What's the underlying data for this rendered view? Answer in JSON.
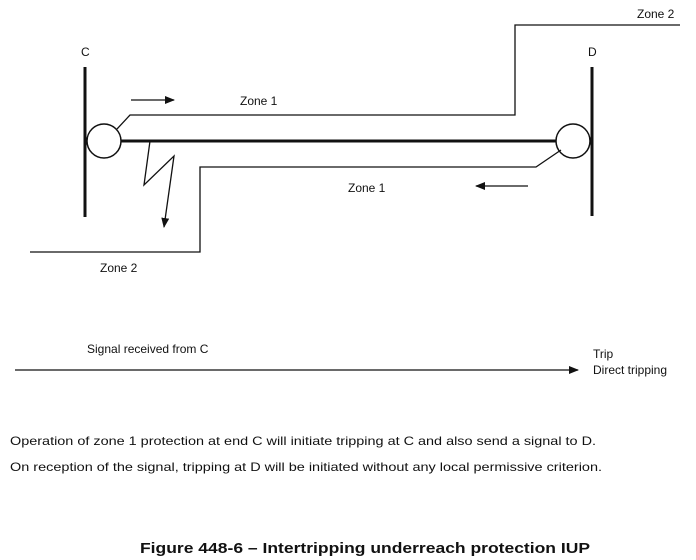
{
  "diagram": {
    "end_c_label": "C",
    "end_d_label": "D",
    "zone2_top_label": "Zone 2",
    "zone1_upper_label": "Zone 1",
    "zone1_lower_label": "Zone 1",
    "zone2_bottom_label": "Zone 2"
  },
  "signal": {
    "label": "Signal received from C",
    "result_line1": "Trip",
    "result_line2": "Direct tripping"
  },
  "description": {
    "line1": "Operation of zone 1 protection at end C will initiate tripping at C and also send a signal to D.",
    "line2": "On reception of the signal, tripping at D will be initiated without any local permissive criterion."
  },
  "caption": "Figure 448-6 – Intertripping underreach protection IUP"
}
